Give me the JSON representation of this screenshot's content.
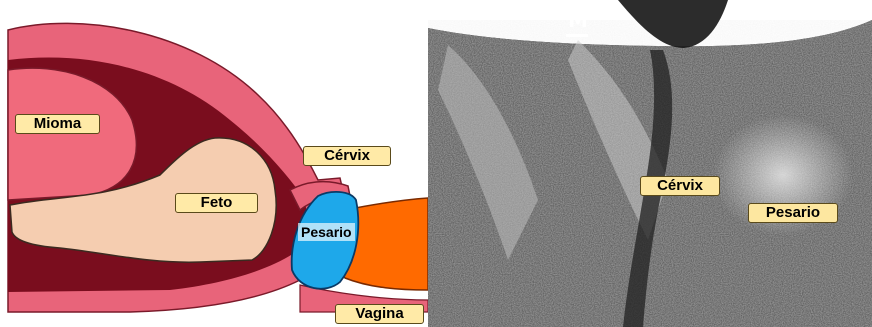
{
  "diagram": {
    "labels": {
      "mioma": "Mioma",
      "feto": "Feto",
      "cervix": "Cérvix",
      "pesario": "Pesario",
      "vagina": "Vagina"
    },
    "colors": {
      "uterine_wall": "#e8647a",
      "uterine_cavity": "#7a0d1e",
      "mioma": "#f06a7c",
      "feto": "#f5cdb0",
      "pesario": "#1ea8ea",
      "vagina": "#ff6a00",
      "label_fill": "#ffeaa7"
    }
  },
  "ultrasound": {
    "marker": "M",
    "labels": {
      "cervix": "Cérvix",
      "pesario": "Pesario"
    }
  }
}
